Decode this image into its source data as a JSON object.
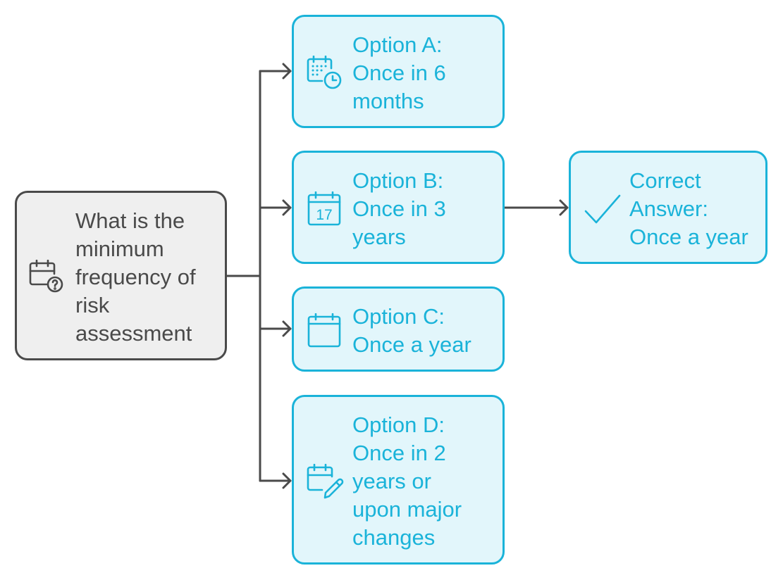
{
  "question": {
    "text": "What is the\nminimum\nfrequency of\nrisk\nassessment",
    "icon": "calendar-question-icon"
  },
  "options": [
    {
      "text": "Option A:\nOnce in 6\nmonths",
      "icon": "calendar-clock-icon"
    },
    {
      "text": "Option B:\nOnce in 3\nyears",
      "icon": "calendar-17-icon",
      "icon_text": "17"
    },
    {
      "text": "Option C:\nOnce a year",
      "icon": "calendar-icon"
    },
    {
      "text": "Option D:\nOnce in 2\nyears or\nupon major\nchanges",
      "icon": "calendar-edit-icon"
    }
  ],
  "answer": {
    "text": "Correct\nAnswer:\nOnce a year",
    "icon": "checkmark-icon"
  },
  "colors": {
    "accent": "#1ab3d9",
    "accent_fill": "#e2f6fb",
    "neutral": "#4a4a4a",
    "neutral_fill": "#efefef"
  }
}
